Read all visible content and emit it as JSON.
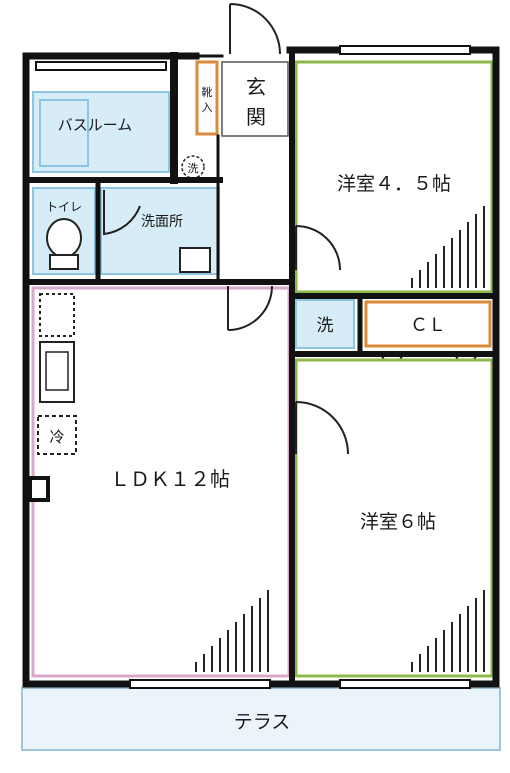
{
  "rooms": {
    "entrance": "玄",
    "entrance2": "関",
    "shoe": "靴",
    "shoe2": "入",
    "western_small": "洋室４．５帖",
    "western_large": "洋室６帖",
    "bath": "バスルーム",
    "toilet": "トイレ",
    "washroom": "洗面所",
    "ldk": "ＬＤＫ１２帖",
    "closet": "ＣＬ",
    "terrace": "テラス",
    "washer_small": "洗",
    "washer": "洗",
    "fridge": "冷"
  },
  "colors": {
    "wall": "#111111",
    "bath_fill": "#d6ecf6",
    "bath_edge": "#8cc6e4",
    "western_edge": "#8db84a",
    "ldk_edge": "#d9a7c7",
    "closet_edge": "#d98a3a",
    "shoe_edge": "#d98a3a",
    "terrace_fill": "#eaf4fa",
    "terrace_edge": "#9fc5db"
  }
}
